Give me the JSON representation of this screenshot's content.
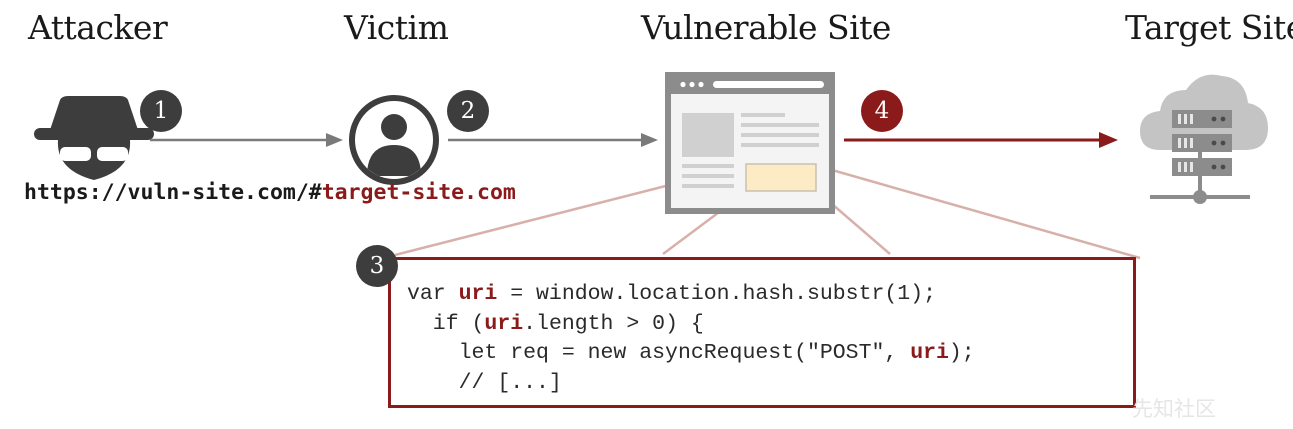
{
  "headings": {
    "attacker": "Attacker",
    "victim": "Victim",
    "vulnerable_site": "Vulnerable Site",
    "target_site": "Target Site"
  },
  "url": {
    "prefix": "https://vuln-site.com/#",
    "highlight": "target-site.com"
  },
  "steps": {
    "one": "1",
    "two": "2",
    "three": "3",
    "four": "4"
  },
  "code": {
    "line1_pre": "var ",
    "line1_kw": "uri",
    "line1_post": " = window.location.hash.substr(1);",
    "line2_pre": "  if (",
    "line2_kw": "uri",
    "line2_post": ".length > 0) {",
    "line3_pre": "    let req = new asyncRequest(\"POST\", ",
    "line3_kw": "uri",
    "line3_post": ");",
    "line4": "    // [...]"
  },
  "icons": {
    "attacker": "spy-icon",
    "victim": "user-icon",
    "vulnerable_site": "browser-window-icon",
    "target_site": "cloud-server-icon"
  },
  "colors": {
    "accent": "#8b1a1a",
    "dark": "#3d3d3d",
    "gray": "#8c8c8c",
    "highlight_fill": "#fdebc6"
  },
  "watermark": "先知社区"
}
